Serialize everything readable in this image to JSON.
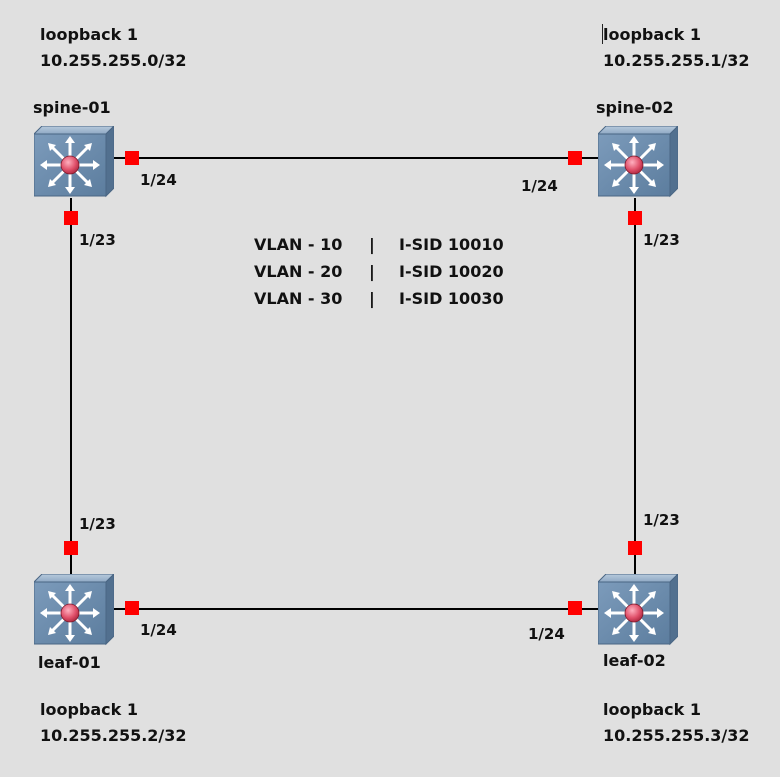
{
  "nodes": [
    {
      "id": "spine-01",
      "label": "spine-01",
      "loopback_title": "loopback 1",
      "loopback_ip": "10.255.255.0/32"
    },
    {
      "id": "spine-02",
      "label": "spine-02",
      "loopback_title": "loopback 1",
      "loopback_ip": "10.255.255.1/32"
    },
    {
      "id": "leaf-01",
      "label": "leaf-01",
      "loopback_title": "loopback 1",
      "loopback_ip": "10.255.255.2/32"
    },
    {
      "id": "leaf-02",
      "label": "leaf-02",
      "loopback_title": "loopback 1",
      "loopback_ip": "10.255.255.3/32"
    }
  ],
  "links": [
    {
      "from": "spine-01",
      "from_port": "1/24",
      "to": "spine-02",
      "to_port": "1/24"
    },
    {
      "from": "spine-01",
      "from_port": "1/23",
      "to": "leaf-01",
      "to_port": "1/23"
    },
    {
      "from": "spine-02",
      "from_port": "1/23",
      "to": "leaf-02",
      "to_port": "1/23"
    },
    {
      "from": "leaf-01",
      "from_port": "1/24",
      "to": "leaf-02",
      "to_port": "1/24"
    }
  ],
  "vlan_table": [
    {
      "vlan": "VLAN - 10",
      "sep": "|",
      "isid": "I-SID 10010"
    },
    {
      "vlan": "VLAN - 20",
      "sep": "|",
      "isid": "I-SID 10020"
    },
    {
      "vlan": "VLAN - 30",
      "sep": "|",
      "isid": "I-SID 10030"
    }
  ],
  "colors": {
    "background": "#e0e0e0",
    "link": "#000000",
    "port_marker": "#ff0000",
    "switch_body": "#6d8fb0",
    "switch_dot": "#e0506a"
  },
  "icon": "layer3-switch-icon"
}
